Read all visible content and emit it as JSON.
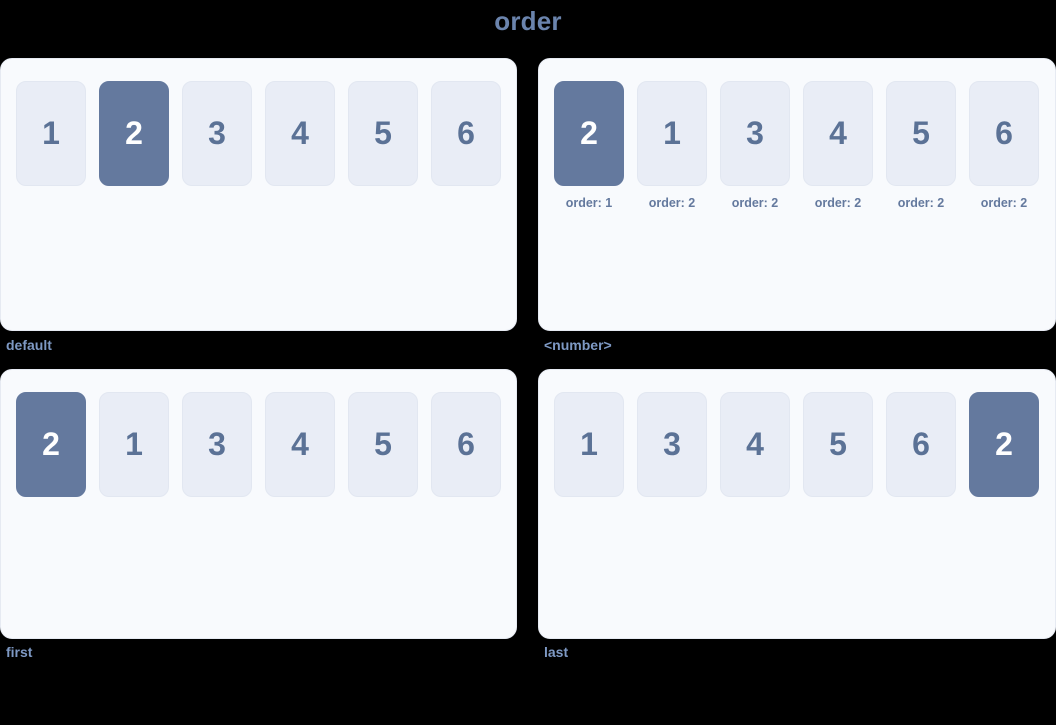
{
  "title": "order",
  "colors": {
    "page_background": "#000000",
    "panel_background": "#f8fafd",
    "panel_border": "#e6eaf2",
    "box_background": "#e9edf6",
    "box_text": "#5b7296",
    "active_box_background": "#64799e",
    "active_box_text": "#ffffff",
    "title_text": "#6b84ad",
    "caption_text": "#7e99c4",
    "order_label_text": "#64799e"
  },
  "panels": [
    {
      "caption": "default",
      "has_order_labels": false,
      "items": [
        {
          "label": "1",
          "active": false
        },
        {
          "label": "2",
          "active": true
        },
        {
          "label": "3",
          "active": false
        },
        {
          "label": "4",
          "active": false
        },
        {
          "label": "5",
          "active": false
        },
        {
          "label": "6",
          "active": false
        }
      ]
    },
    {
      "caption": "<number>",
      "has_order_labels": true,
      "items": [
        {
          "label": "2",
          "active": true,
          "order": "order: 1"
        },
        {
          "label": "1",
          "active": false,
          "order": "order: 2"
        },
        {
          "label": "3",
          "active": false,
          "order": "order: 2"
        },
        {
          "label": "4",
          "active": false,
          "order": "order: 2"
        },
        {
          "label": "5",
          "active": false,
          "order": "order: 2"
        },
        {
          "label": "6",
          "active": false,
          "order": "order: 2"
        }
      ]
    },
    {
      "caption": "first",
      "has_order_labels": false,
      "items": [
        {
          "label": "2",
          "active": true
        },
        {
          "label": "1",
          "active": false
        },
        {
          "label": "3",
          "active": false
        },
        {
          "label": "4",
          "active": false
        },
        {
          "label": "5",
          "active": false
        },
        {
          "label": "6",
          "active": false
        }
      ]
    },
    {
      "caption": "last",
      "has_order_labels": false,
      "items": [
        {
          "label": "1",
          "active": false
        },
        {
          "label": "3",
          "active": false
        },
        {
          "label": "4",
          "active": false
        },
        {
          "label": "5",
          "active": false
        },
        {
          "label": "6",
          "active": false
        },
        {
          "label": "2",
          "active": true
        }
      ]
    }
  ]
}
